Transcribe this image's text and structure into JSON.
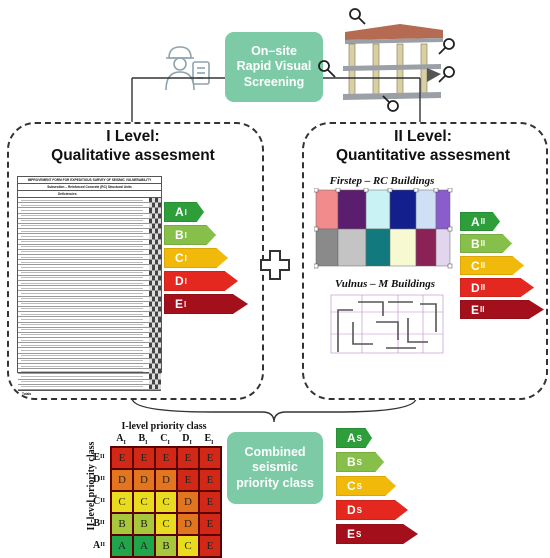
{
  "onsite_box": {
    "line1": "On–site",
    "line2": "Rapid Visual",
    "line3": "Screening"
  },
  "level1": {
    "title_line1": "I Level:",
    "title_line2": "Qualitative assesment",
    "form_title": "IMPROVEMENT FORM FOR EXPEDITIOUS SURVEY OF SEISMIC VULNERABILITY",
    "form_subtitle": "Subsection – Reinforced Concrete (RC) Structural Units",
    "form_col": "Deficiencies",
    "form_footer": "Totals",
    "classes": [
      {
        "letter": "A",
        "sub": "I",
        "color": "#2d9e3a"
      },
      {
        "letter": "B",
        "sub": "I",
        "color": "#86c04a"
      },
      {
        "letter": "C",
        "sub": "I",
        "color": "#f1b90a"
      },
      {
        "letter": "D",
        "sub": "I",
        "color": "#e4281f"
      },
      {
        "letter": "E",
        "sub": "I",
        "color": "#a3101c"
      }
    ]
  },
  "level2": {
    "title_line1": "II Level:",
    "title_line2": "Quantitative assesment",
    "rc_label": "Firstep – RC Buildings",
    "m_label": "Vulnus – M Buildings",
    "classes": [
      {
        "letter": "A",
        "sub": "II",
        "color": "#2d9e3a"
      },
      {
        "letter": "B",
        "sub": "II",
        "color": "#86c04a"
      },
      {
        "letter": "C",
        "sub": "II",
        "color": "#f1b90a"
      },
      {
        "letter": "D",
        "sub": "II",
        "color": "#e4281f"
      },
      {
        "letter": "E",
        "sub": "II",
        "color": "#a3101c"
      }
    ]
  },
  "combined_box": {
    "line1": "Combined",
    "line2": "seismic",
    "line3": "priority class"
  },
  "matrix": {
    "x_title": "I-level priority class",
    "y_title": "II-level priority class",
    "cols": [
      "A",
      "B",
      "C",
      "D",
      "E"
    ],
    "col_subs": [
      "I",
      "I",
      "I",
      "I",
      "I"
    ],
    "rows": [
      "E",
      "D",
      "C",
      "B",
      "A"
    ],
    "row_subs": [
      "II",
      "II",
      "II",
      "II",
      "II"
    ],
    "cells": [
      [
        "E",
        "E",
        "E",
        "E",
        "E"
      ],
      [
        "D",
        "D",
        "D",
        "E",
        "E"
      ],
      [
        "C",
        "C",
        "C",
        "D",
        "E"
      ],
      [
        "B",
        "B",
        "C",
        "D",
        "E"
      ],
      [
        "A",
        "A",
        "B",
        "C",
        "E"
      ]
    ]
  },
  "combined_classes": [
    {
      "letter": "A",
      "sub": "S",
      "color": "#2d9e3a"
    },
    {
      "letter": "B",
      "sub": "S",
      "color": "#86c04a"
    },
    {
      "letter": "C",
      "sub": "S",
      "color": "#f1b90a"
    },
    {
      "letter": "D",
      "sub": "S",
      "color": "#e4281f"
    },
    {
      "letter": "E",
      "sub": "S",
      "color": "#a3101c"
    }
  ],
  "colors": {
    "box_green": "#7ccba6",
    "cell_green": "#1fa54a",
    "cell_lime": "#a6c83a",
    "cell_yellow": "#e9dc1e",
    "cell_orange": "#e2761e",
    "cell_red": "#d22817"
  }
}
